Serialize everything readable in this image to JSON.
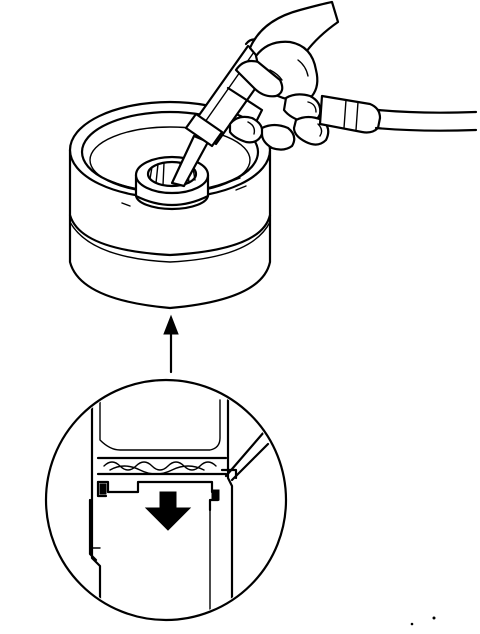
{
  "figure": {
    "components": [
      "hand",
      "air-nozzle",
      "air-hose",
      "clutch-drum",
      "detail-callout",
      "piston-movement-arrow"
    ],
    "colors": {
      "ink": "#000000",
      "paper": "#ffffff"
    }
  }
}
